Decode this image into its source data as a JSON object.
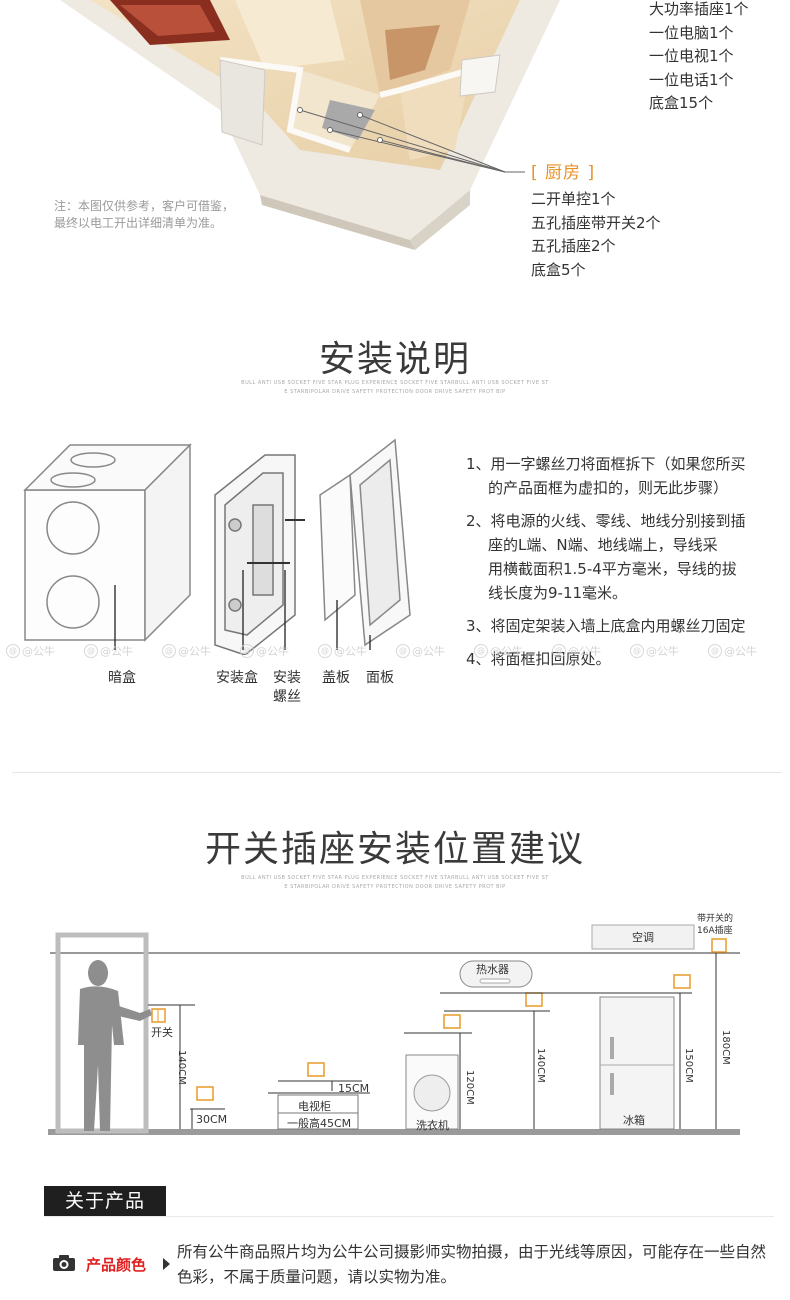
{
  "room_list_1": {
    "items": [
      "大功率插座1个",
      "一位电脑1个",
      "一位电视1个",
      "一位电话1个",
      "底盒15个"
    ]
  },
  "kitchen": {
    "title": "[ 厨房 ]",
    "items": [
      "二开单控1个",
      "五孔插座带开关2个",
      "五孔插座2个",
      "底盒5个"
    ]
  },
  "floorplan_note": {
    "line1": "注：本图仅供参考，客户可借鉴，",
    "line2": "最终以电工开出详细清单为准。"
  },
  "install": {
    "title": "安装说明",
    "subtitle_line1": "BULL ANTI USB SOCKET FIVE STAR PLUG EXPERIENCE SOCKET FIVE STARBULL ANTI USB SOCKET FIVE ST",
    "subtitle_line2": "E STARBIPOLAR DRIVE SAFETY PROTECTION DOOR  DRIVE SAFETY PROT BIP",
    "parts": [
      "暗盒",
      "安装盒",
      "安装\n螺丝",
      "盖板",
      "面板"
    ],
    "steps": [
      {
        "num": "1、",
        "text": "用一字螺丝刀将面框拆下（如果您所买",
        "cont": [
          "的产品面框为虚扣的，则无此步骤）"
        ]
      },
      {
        "num": "2、",
        "text": "将电源的火线、零线、地线分别接到插",
        "cont": [
          "座的L端、N端、地线端上，导线采",
          "用横截面积1.5-4平方毫米，导线的拔",
          "线长度为9-11毫米。"
        ]
      },
      {
        "num": "3、",
        "text": "将固定架装入墙上底盒内用螺丝刀固定",
        "cont": []
      },
      {
        "num": "4、",
        "text": "将面框扣回原处。",
        "cont": []
      }
    ],
    "watermark": "@公牛"
  },
  "position": {
    "title": "开关插座安装位置建议",
    "subtitle_line1": "BULL ANTI USB SOCKET FIVE STAR PLUG EXPERIENCE SOCKET FIVE STARBULL ANTI USB SOCKET FIVE ST",
    "subtitle_line2": "E STARBIPOLAR DRIVE SAFETY PROTECTION DOOR  DRIVE SAFETY PROT BIP",
    "labels": {
      "switch": "开关",
      "h140_left": "140CM",
      "h30": "30CM",
      "h15": "15CM",
      "tv_cabinet": "电视柜",
      "tv_height": "一般高45CM",
      "h120": "120CM",
      "washer": "洗衣机",
      "water_heater": "热水器",
      "h140_mid": "140CM",
      "fridge": "冰箱",
      "h150": "150CM",
      "h180": "180CM",
      "ac": "空调",
      "ac_socket_line1": "带开关的",
      "ac_socket_line2": "16A插座"
    }
  },
  "about": {
    "title": "关于产品",
    "color_label": "产品颜色",
    "color_desc": "所有公牛商品照片均为公牛公司摄影师实物拍摄，由于光线等原因，可能存在一些自然色彩，不属于质量问题，请以实物为准。"
  },
  "colors": {
    "accent_orange": "#e8922a",
    "accent_red": "#e02020",
    "bar_dark": "#1f1f1f"
  }
}
